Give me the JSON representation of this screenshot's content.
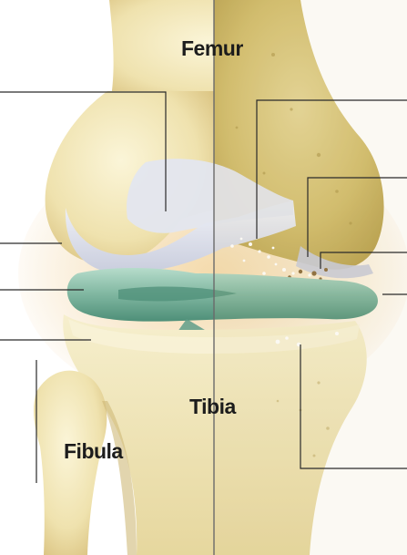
{
  "labels": {
    "femur": "Femur",
    "tibia": "Tibia",
    "fibula": "Fibula"
  },
  "colors": {
    "background": "#ffffff",
    "bone_light": "#f4ecc4",
    "bone_mid": "#e9dca4",
    "bone_shadow": "#d9c17e",
    "diseased_bone": "#c9b25a",
    "cartilage": "#d4d8e6",
    "meniscus": "#7fb6a0",
    "meniscus_dark": "#4e8f78",
    "synovium": "#f3d7a4",
    "leader_line": "#2a2a2a",
    "divider": "#6a6a6a"
  }
}
